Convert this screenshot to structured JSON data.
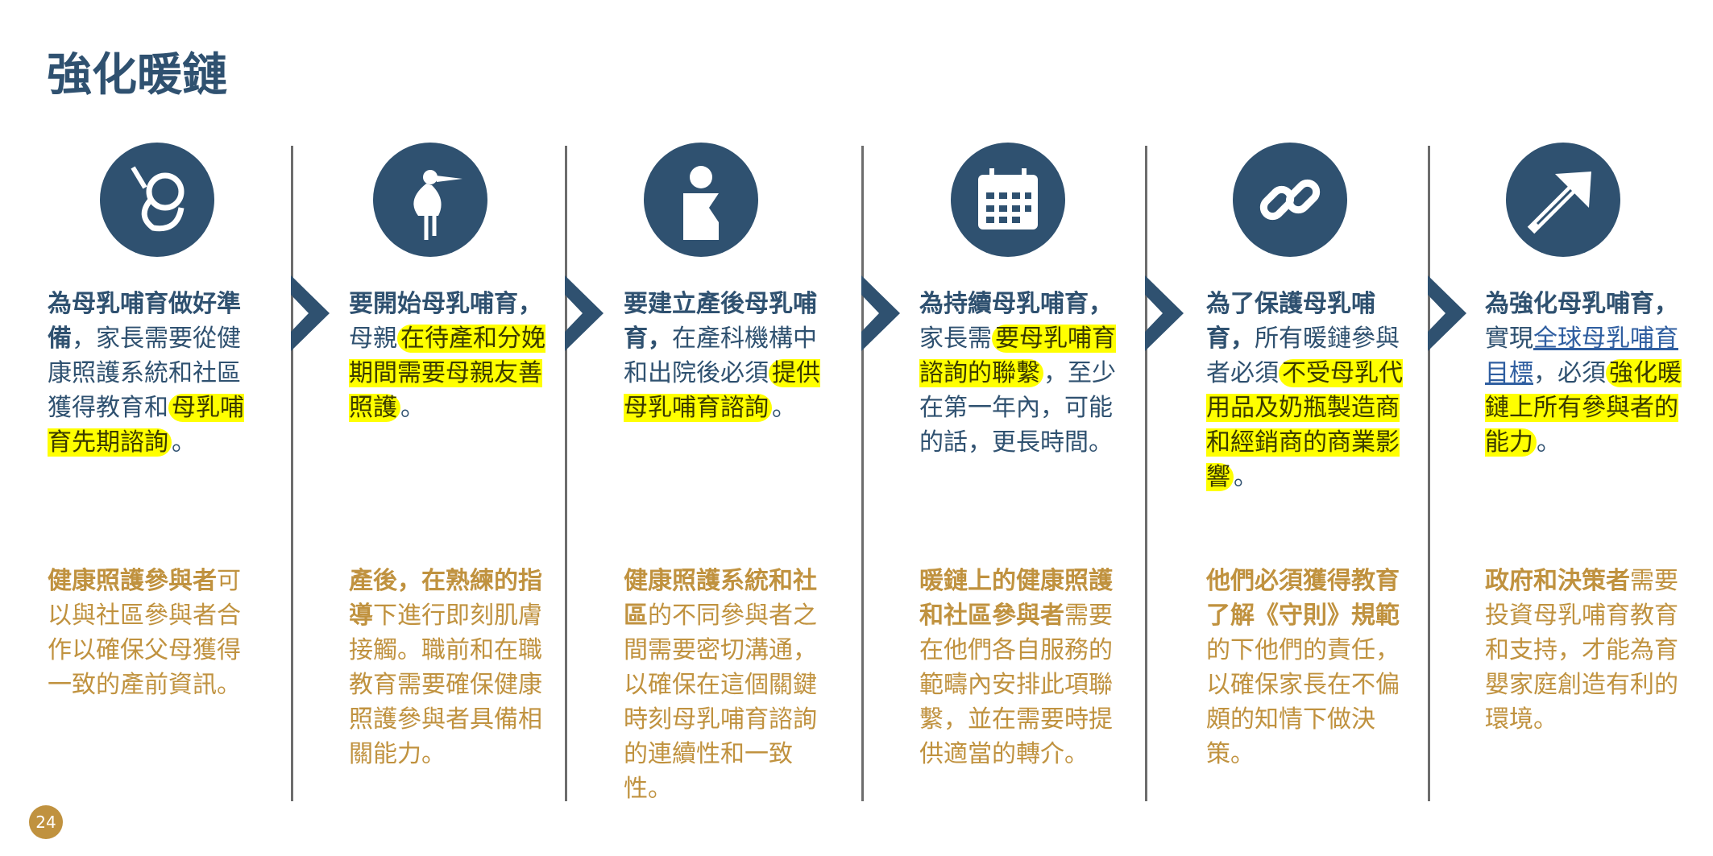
{
  "title": "強化暖鏈",
  "page_number": "24",
  "colors": {
    "navy": "#2f5170",
    "gold": "#c0923f",
    "highlight": "#ffff00"
  },
  "columns": [
    {
      "icon": "fetus-icon",
      "bold": "為母乳哺育做好準備",
      "plain": "，家長需要從健康照護系統和社區獲得教育和",
      "highlight": "母乳哺育先期諮詢",
      "end": "。",
      "bottom_bold": "健康照護參與者",
      "bottom": "可以與社區參與者合作以確保父母獲得一致的產前資訊。"
    },
    {
      "icon": "stork-icon",
      "bold": "要開始母乳哺育，",
      "plain": "母親",
      "highlight": "在待產和分娩期間需要母親友善照護",
      "end": "。",
      "bottom_bold": "產後，在熟練的指導",
      "bottom": "下進行即刻肌膚接觸。職前和在職教育需要確保健康照護參與者具備相關能力。"
    },
    {
      "icon": "mother-baby-icon",
      "bold": "要建立產後母乳哺育，",
      "plain": "在產科機構中和出院後必須",
      "highlight": "提供母乳哺育諮詢",
      "end": "。",
      "bottom_bold": "健康照護系統和社區",
      "bottom": "的不同參與者之間需要密切溝通，以確保在這個關鍵時刻母乳哺育諮詢的連續性和一致性。"
    },
    {
      "icon": "calendar-icon",
      "bold": "為持續母乳哺育，",
      "plain": "家長需",
      "highlight": "要母乳哺育諮詢的聯繫",
      "end": "，至少在第一年內，可能的話，更長時間。",
      "bottom_bold": "暖鏈上的健康照護和社區參與者",
      "bottom": "需要在他們各自服務的範疇內安排此項聯繫，並在需要時提供適當的轉介。"
    },
    {
      "icon": "chain-link-icon",
      "bold": "為了保護母乳哺育，",
      "plain": "所有暖鏈參與者必須",
      "highlight": "不受母乳代用品及奶瓶製造商和經銷商的商業影響",
      "end": "。",
      "bottom_bold": "他們必須獲得教育了解《守則》規範",
      "bottom": "的下他們的責任，以確保家長在不偏頗的知情下做決策。"
    },
    {
      "icon": "arrow-up-right-icon",
      "bold": "為強化母乳哺育，",
      "plain": "實現",
      "link": "全球母乳哺育目標",
      "plain2": "，必須",
      "highlight": "強化暖鏈上所有參與者的能力",
      "end": "。",
      "bottom_bold": "政府和決策者",
      "bottom": "需要投資母乳哺育教育和支持，才能為育嬰家庭創造有利的環境。"
    }
  ]
}
